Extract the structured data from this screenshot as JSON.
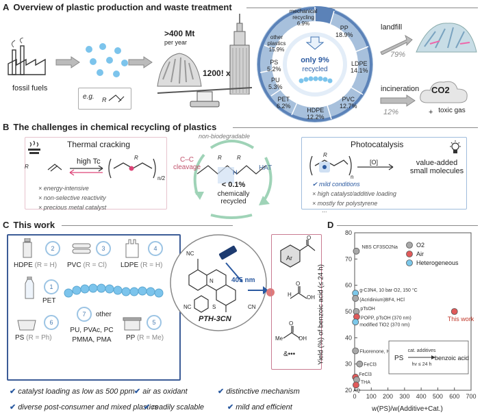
{
  "sections": {
    "a": {
      "letter": "A",
      "title": "Overview of plastic production and waste treatment"
    },
    "b": {
      "letter": "B",
      "title": "The challenges in chemical recycling of plastics"
    },
    "c": {
      "letter": "C",
      "title": "This work"
    },
    "d": {
      "letter": "D"
    }
  },
  "panel_a": {
    "fossil_label": "fossil fuels",
    "example_label": "e.g.",
    "example_r": "R",
    "production": ">400",
    "production_unit": "Mt",
    "per_year": "per year",
    "ratio": "1200! x",
    "recycled_pct": "only 9%",
    "recycled_word": "recycled",
    "donut": [
      {
        "name": "mechanical recycling",
        "pct": "6.9%"
      },
      {
        "name": "PP",
        "pct": "18.9%"
      },
      {
        "name": "LDPE",
        "pct": "14.1%"
      },
      {
        "name": "PVC",
        "pct": "12.7%"
      },
      {
        "name": "HDPE",
        "pct": "12.2%"
      },
      {
        "name": "PET",
        "pct": "6.2%"
      },
      {
        "name": "PU",
        "pct": "5.3%"
      },
      {
        "name": "PS",
        "pct": "5.2%"
      },
      {
        "name": "other plastics",
        "pct": "15.9%"
      }
    ],
    "landfill": "landfill",
    "landfill_pct": "79%",
    "incineration": "incineration",
    "incineration_pct": "12%",
    "co2": "CO2",
    "toxic_plus": "+",
    "toxic": "toxic gas"
  },
  "panel_b": {
    "thermal_title": "Thermal cracking",
    "high_tc": "high Tc",
    "n2": "n/2",
    "thermal_cons": [
      "energy-intensive",
      "non-selective reactivity",
      "precious metal catalyst"
    ],
    "non_bio": "non-biodegradable",
    "cc_cleavage": "C–C cleavage",
    "hat": "HAT",
    "recycled_pct": "< 0.1%",
    "chem_recycled": "chemically recycled",
    "R": "R",
    "H": "H",
    "n": "n",
    "photo_title": "Photocatalysis",
    "oxidant": "[O]",
    "value_added": "value-added small molecules",
    "photo_pro": "mild conditions",
    "photo_cons": [
      "high catalyst/additive loading",
      "mostly for polystyrene"
    ],
    "ellipsis": "..."
  },
  "panel_c": {
    "plastics": [
      {
        "name": "HDPE",
        "r": "(R = H)",
        "code": "2"
      },
      {
        "name": "PVC",
        "r": "(R = Cl)",
        "code": "3"
      },
      {
        "name": "LDPE",
        "r": "(R = H)",
        "code": "4"
      },
      {
        "name": "PET",
        "r": "",
        "code": "1"
      },
      {
        "name": "PS",
        "r": "(R = Ph)",
        "code": "6"
      },
      {
        "name": "PP",
        "r": "(R = Me)",
        "code": "5"
      }
    ],
    "other_code": "7",
    "other_label": "other",
    "other_list": [
      "PU, PVAc, PC",
      "PMMA, PMA"
    ],
    "light": "405 nm",
    "catalyst": "PTH-3CN",
    "cn": "NC",
    "cn2": "CN",
    "N": "N",
    "S": "S",
    "Ar": "Ar",
    "H": "H",
    "O": "O",
    "OH": "OH",
    "Me": "Me",
    "and_more": "&•••",
    "features": [
      "catalyst loading as low as 500 ppm",
      "air as oxidant",
      "distinctive mechanism",
      "diverse post-consumer and mixed plastics",
      "readily scalable",
      "mild and efficient"
    ]
  },
  "chart_data": {
    "type": "scatter",
    "ylabel": "Yield (%) of benzoic acid (≤ 24 h)",
    "xlabel": "w(PS)/w(Additive+Cat.)",
    "xlim": [
      0,
      700
    ],
    "ylim": [
      20,
      80
    ],
    "xticks": [
      0,
      100,
      200,
      300,
      400,
      500,
      600,
      700
    ],
    "yticks": [
      20,
      30,
      40,
      50,
      60,
      70,
      80
    ],
    "legend": [
      {
        "name": "O2",
        "color": "#a8a8a8"
      },
      {
        "name": "Air",
        "color": "#e05a5a"
      },
      {
        "name": "Heterogeneous",
        "color": "#7cc8ea"
      }
    ],
    "points": [
      {
        "x": 10,
        "y": 73,
        "series": "O2",
        "label": "NBS CF3SO2Na"
      },
      {
        "x": 5,
        "y": 57,
        "series": "Heterogeneous",
        "label": "g-C3N4, 10 bar O2, 150 °C"
      },
      {
        "x": 5,
        "y": 55,
        "series": "O2",
        "label": "(Acridinium)BF4, HCl"
      },
      {
        "x": 10,
        "y": 50,
        "series": "O2",
        "label": "pTsOH"
      },
      {
        "x": 12,
        "y": 48,
        "series": "Air",
        "label": "POPP, pTsOH (370 nm)"
      },
      {
        "x": 5,
        "y": 46,
        "series": "Heterogeneous",
        "label": "modified TiO2 (370 nm)"
      },
      {
        "x": 600,
        "y": 50,
        "series": "Air",
        "label": "This work"
      },
      {
        "x": 5,
        "y": 35,
        "series": "O2",
        "label": "Fluorenone, H2SO4"
      },
      {
        "x": 30,
        "y": 30,
        "series": "O2",
        "label": "FeCl3"
      },
      {
        "x": 5,
        "y": 25,
        "series": "Air",
        "label": "FeCl3"
      },
      {
        "x": 12,
        "y": 24,
        "series": "O2",
        "label": "THA"
      },
      {
        "x": 8,
        "y": 22,
        "series": "Air",
        "label": "AQ"
      }
    ],
    "scheme": {
      "reactant": "PS",
      "conditions_top": "cat. additives",
      "conditions_bottom": "hv ≤ 24 h",
      "product": "benzoic acid"
    }
  }
}
